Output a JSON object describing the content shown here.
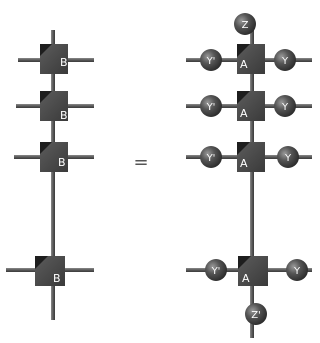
{
  "left_network": {
    "tensors": [
      {
        "label": "B"
      },
      {
        "label": "B"
      },
      {
        "label": "B"
      },
      {
        "label": "B"
      }
    ]
  },
  "equals_sign": "=",
  "right_network": {
    "top_node": "Z",
    "bottom_node": "Z'",
    "rows": [
      {
        "left": "Y'",
        "center": "A",
        "right": "Y"
      },
      {
        "left": "Y'",
        "center": "A",
        "right": "Y"
      },
      {
        "left": "Y'",
        "center": "A",
        "right": "Y"
      },
      {
        "left": "Y'",
        "center": "A",
        "right": "Y"
      }
    ]
  },
  "colors": {
    "cube": "#4a4a4a",
    "cube_dark": "#2e2e2e",
    "bond": "#5a5a5a",
    "sphere": "#555555",
    "label": "#ffffff"
  }
}
